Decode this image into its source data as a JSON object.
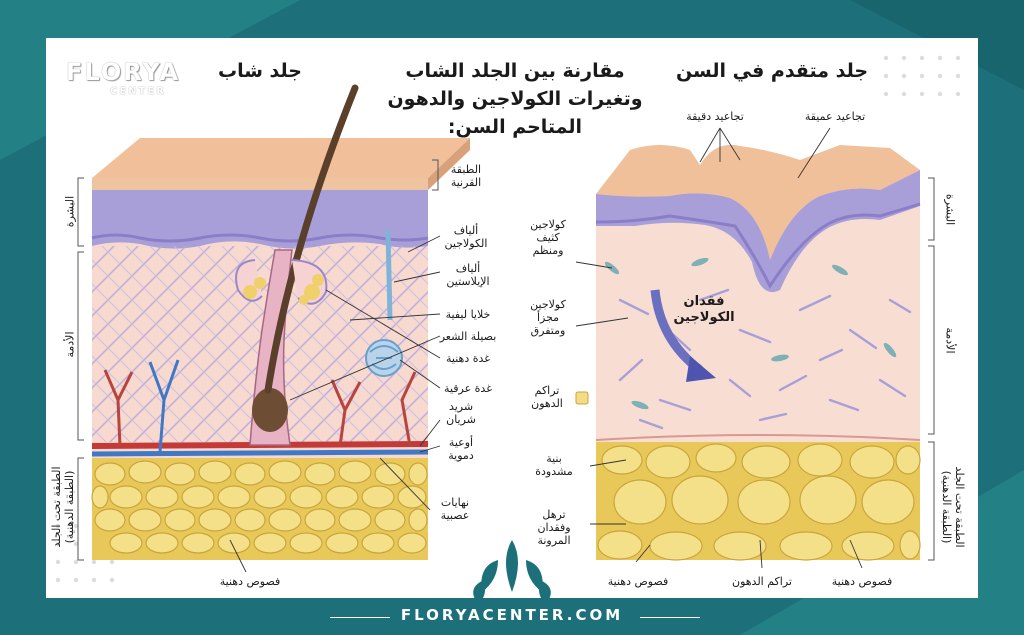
{
  "title": {
    "line1": "مقارنة بين الجلد الشاب",
    "line2": "وتغيرات الكولاجين والدهون",
    "line3": "المتاحم السن:"
  },
  "young_heading": "جلد شاب",
  "old_heading": "جلد متقدم في السن",
  "logo": {
    "name": "FLORYA",
    "sub": "CENTER"
  },
  "website": "FLORYACENTER.COM",
  "layers": {
    "epidermis_left": "البشرة",
    "dermis_left": "الأدمة",
    "hypodermis_left_1": "الطبقة تحت الجلد",
    "hypodermis_left_2": "(الطبقة الدهنية)",
    "epidermis_right": "البشرة",
    "dermis_right": "الأدمة",
    "hypodermis_right_1": "الطبقة تحت الجلد",
    "hypodermis_right_2": "(الطبقة الدهنية)"
  },
  "center_labels": {
    "stratum_corneum_1": "الطبقة",
    "stratum_corneum_2": "القرنية",
    "collagen_fibers_1": "ألياف",
    "collagen_fibers_2": "الكولاجين",
    "elastin_fibers_1": "ألياف",
    "elastin_fibers_2": "الإيلاستين",
    "fibroblasts": "خلايا ليفية",
    "hair_bulb": "بصيلة الشعر",
    "sebaceous_gland": "غدة دهنية",
    "sweat_gland": "غدة عرقية",
    "artery_1": "شريد",
    "artery_2": "شريان",
    "vessels_1": "أوعية",
    "vessels_2": "دموية",
    "nerve_1": "نهايات",
    "nerve_2": "عصبية"
  },
  "young_bottom": "فصوص دهنية",
  "old_labels": {
    "fine_wrinkles": "تجاعيد دقيقة",
    "deep_wrinkles": "تجاعيد عميقة",
    "dense_collagen_1": "كولاجين",
    "dense_collagen_2": "كثيف",
    "dense_collagen_3": "ومنظم",
    "fragmented_collagen_1": "كولاجين",
    "fragmented_collagen_2": "مجزأ",
    "fragmented_collagen_3": "ومتفرق",
    "collagen_loss_1": "فقدان",
    "collagen_loss_2": "الكولاجين",
    "fat_accumulation_1": "تراكم",
    "fat_accumulation_2": "الدهون",
    "tight_structure_1": "بنية",
    "tight_structure_2": "مشدودة",
    "sagging_1": "ترهل",
    "sagging_2": "وفقدان",
    "sagging_3": "المرونة",
    "fat_lobules_1": "فصوص دهنية",
    "fat_accumulation_bottom": "تراكم الدهون",
    "fat_lobules_2": "فصوص دهنية"
  },
  "colors": {
    "teal": "#1d7079",
    "skin": "#f3c9a6",
    "epidermis": "#a59ad6",
    "dermis": "#f8dcd0",
    "fat": "#f1d766"
  }
}
